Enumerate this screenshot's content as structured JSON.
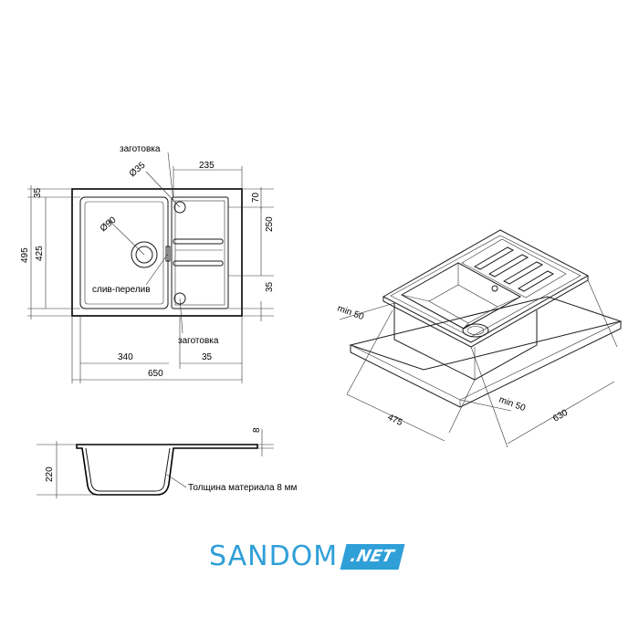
{
  "labels": {
    "blank_top": "заготовка",
    "blank_bottom": "заготовка",
    "d35": "Ø35",
    "d90": "Ø90",
    "overflow": "слив-перелив",
    "thickness_note": "Толщина материала 8 мм",
    "min50_left": "min 50",
    "min50_right": "min 50"
  },
  "dimensions": {
    "d235": "235",
    "d35_top": "35",
    "d495": "495",
    "d425": "425",
    "d70": "70",
    "d250": "250",
    "d35_right": "35",
    "d340": "340",
    "d35_bottom": "35",
    "d650": "650",
    "d8": "8",
    "d220": "220",
    "d475": "475",
    "d630": "630"
  },
  "logo": {
    "main": "SANDOM",
    "suffix": ".NET",
    "color": "#2f9fd8"
  }
}
